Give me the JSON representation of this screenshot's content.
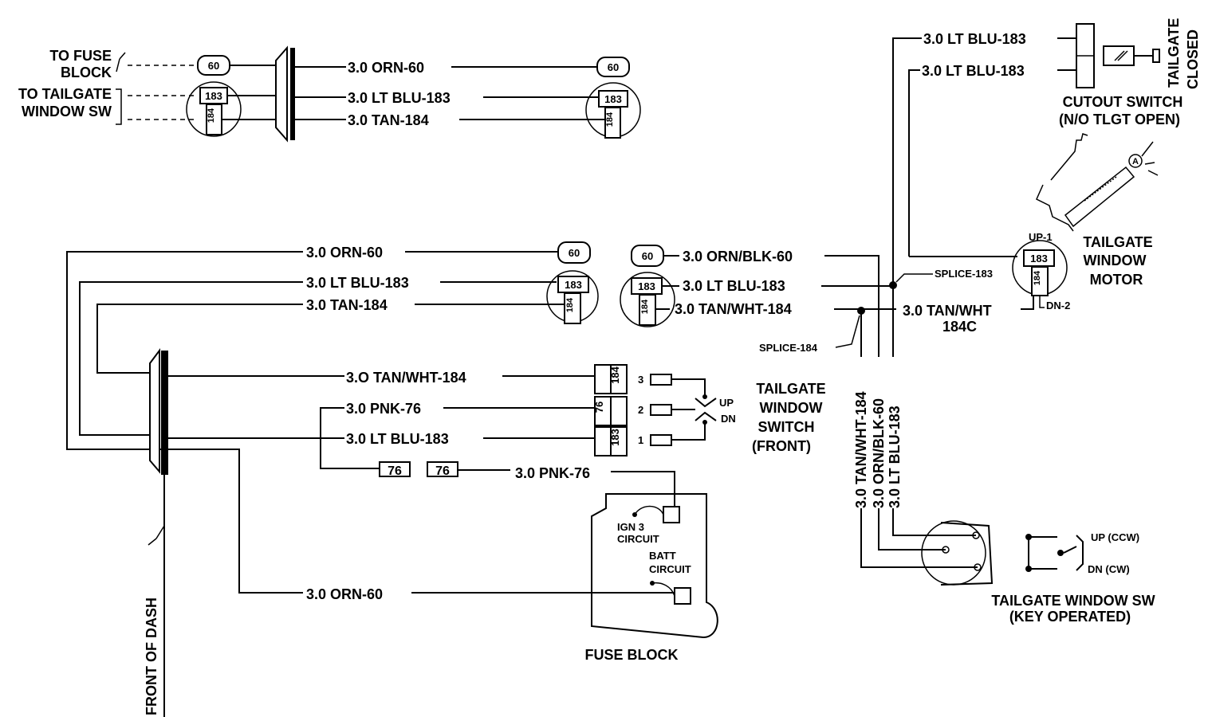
{
  "labels": {
    "to_fuse_block_1": "TO FUSE",
    "to_fuse_block_2": "BLOCK",
    "to_tailgate_1": "TO TAILGATE",
    "to_tailgate_2": "WINDOW SW",
    "front_of_dash": "FRONT OF DASH",
    "fuse_block": "FUSE BLOCK",
    "ign3_1": "IGN 3",
    "ign3_2": "CIRCUIT",
    "batt_1": "BATT",
    "batt_2": "CIRCUIT",
    "front_switch_1": "TAILGATE",
    "front_switch_2": "WINDOW",
    "front_switch_3": "SWITCH",
    "front_switch_4": "(FRONT)",
    "up": "UP",
    "dn": "DN",
    "pin1": "1",
    "pin2": "2",
    "pin3": "3",
    "cutout_1": "CUTOUT SWITCH",
    "cutout_2": "(N/O TLGT OPEN)",
    "tailgate_closed_1": "TAILGATE",
    "tailgate_closed_2": "CLOSED",
    "motor_1": "TAILGATE",
    "motor_2": "WINDOW",
    "motor_3": "MOTOR",
    "up1": "UP-1",
    "dn2": "DN-2",
    "splice183": "SPLICE-183",
    "splice184": "SPLICE-184",
    "key_sw_1": "TAILGATE WINDOW SW",
    "key_sw_2": "(KEY OPERATED)",
    "up_ccw": "UP (CCW)",
    "dn_cw": "DN (CW)",
    "motor_arrow_letter": "A"
  },
  "wires": {
    "orn60": "3.0 ORN-60",
    "ltblu183": "3.0 LT BLU-183",
    "tan184": "3.0 TAN-184",
    "ornblk60": "3.0 ORN/BLK-60",
    "tanwht184": "3.0 TAN/WHT-184",
    "tanwht184_o": "3.O TAN/WHT-184",
    "pnk76": "3.0 PNK-76",
    "tanwht_1": "3.0 TAN/WHT",
    "tanwht_2": "184C"
  },
  "circuit_ids": {
    "c60": "60",
    "c183": "183",
    "c184": "184",
    "c76": "76"
  }
}
